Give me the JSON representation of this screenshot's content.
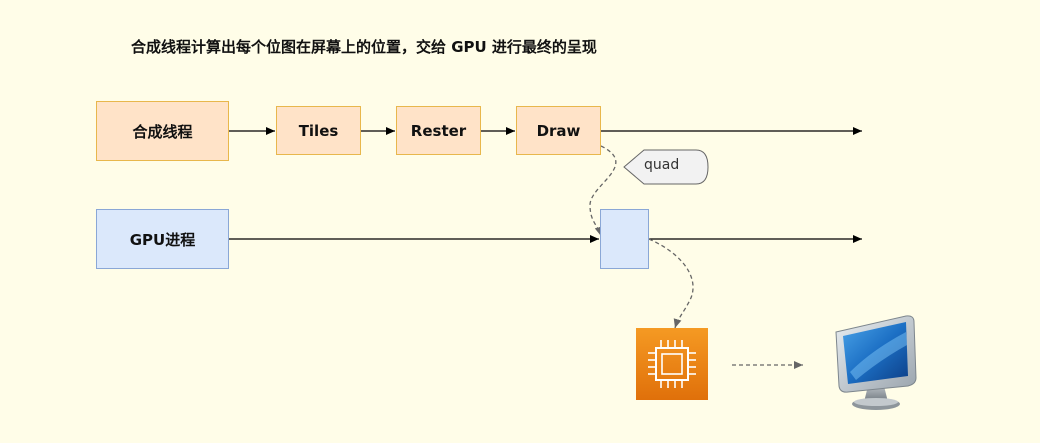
{
  "title": "合成线程计算出每个位图在屏幕上的位置，交给 GPU 进行最终的呈现",
  "compositor": {
    "label": "合成线程",
    "steps": [
      "Tiles",
      "Rester",
      "Draw"
    ]
  },
  "gpu": {
    "label": "GPU进程"
  },
  "callout": {
    "label": "quad"
  },
  "icons": {
    "chip": "cpu-chip-icon",
    "monitor": "computer-monitor-icon"
  },
  "colors": {
    "background": "#fffde8",
    "orange_fill": "#ffe3c8",
    "orange_border": "#e8b74c",
    "blue_fill": "#dbe8fb",
    "blue_border": "#8aa7d6",
    "chip": "#f07d12"
  }
}
